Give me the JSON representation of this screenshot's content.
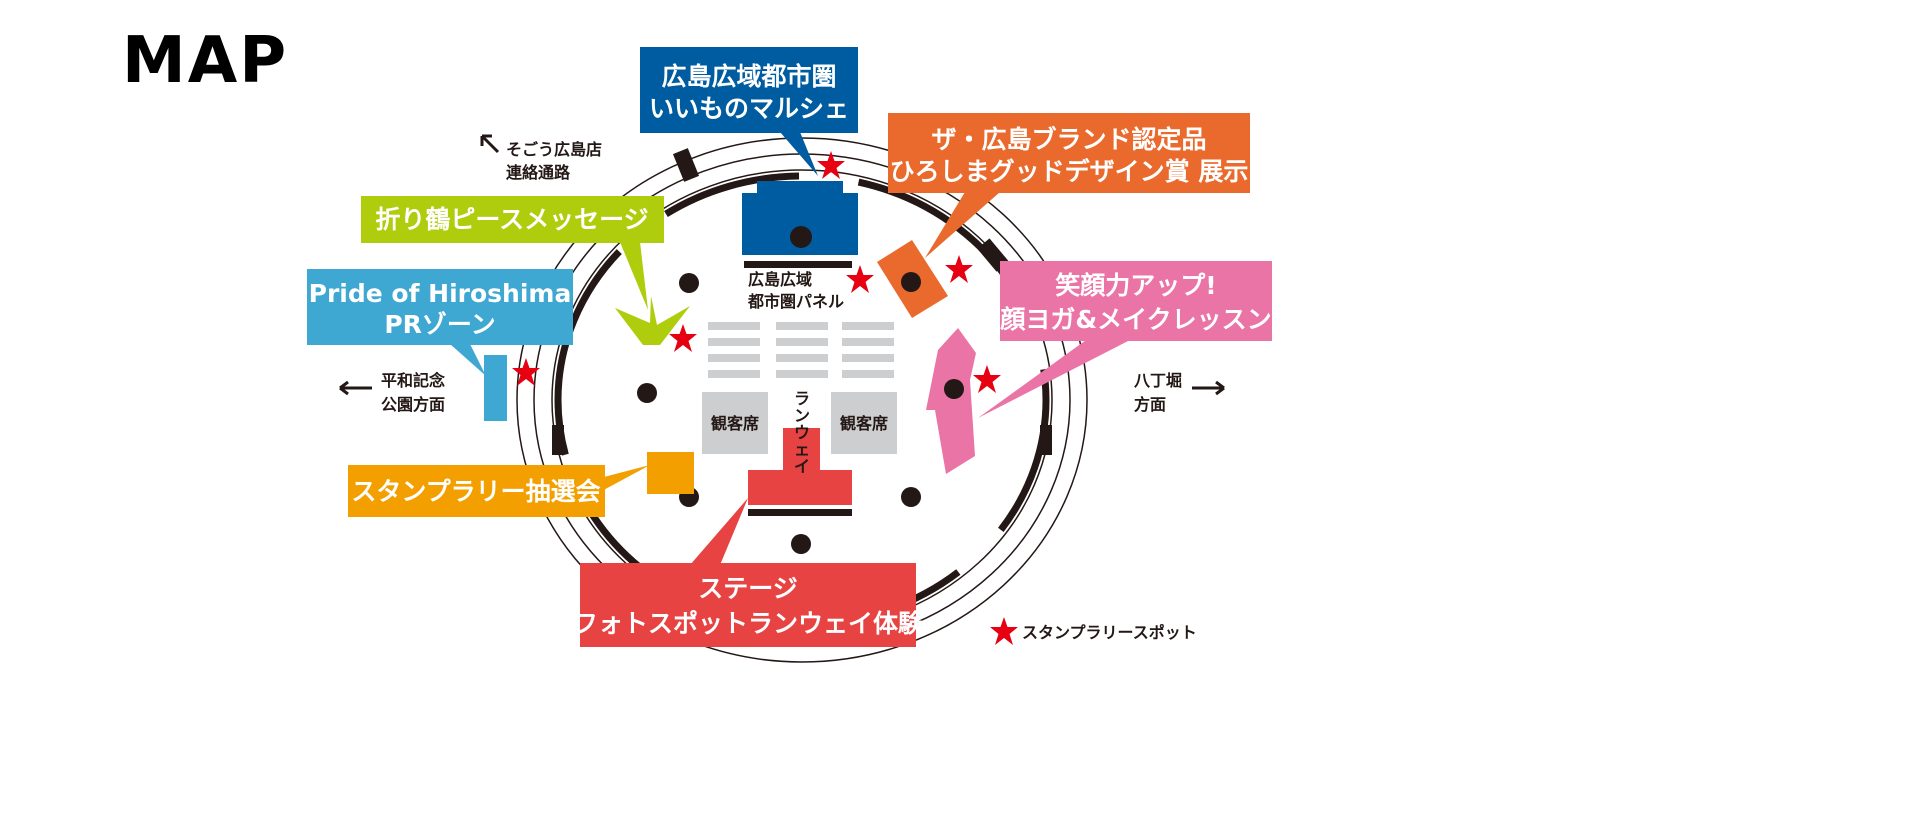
{
  "title": "MAP",
  "colors": {
    "blue": "#005ca1",
    "orange": "#ea6a2e",
    "green": "#afcd0c",
    "cyan": "#3ea8d2",
    "pink": "#eb74a6",
    "amber": "#f39f00",
    "red": "#e84343",
    "star": "#e60012",
    "gray": "#cdcecf"
  },
  "callouts": {
    "marche": {
      "line1": "広島広域都市圏",
      "line2": "いいものマルシェ"
    },
    "brand": {
      "line1": "ザ・広島ブランド認定品",
      "line2": "ひろしまグッドデザイン賞 展示"
    },
    "crane": {
      "line1": "折り鶴ピースメッセージ"
    },
    "pride": {
      "line1": "Pride of Hiroshima",
      "line2": "PRゾーン"
    },
    "smile": {
      "line1": "笑顔力アップ!",
      "line2": "顔ヨガ&メイクレッスン"
    },
    "lottery": {
      "line1": "スタンプラリー抽選会"
    },
    "stage": {
      "line1": "ステージ",
      "line2": "フォトスポットランウェイ体験"
    }
  },
  "directions": {
    "sogo": {
      "line1": "そごう広島店",
      "line2": "連絡通路",
      "icon": "arrow-up-left-icon"
    },
    "peace": {
      "line1": "平和記念",
      "line2": "公園方面",
      "icon": "arrow-left-icon"
    },
    "hatchobori": {
      "line1": "八丁堀",
      "line2": "方面",
      "icon": "arrow-right-icon"
    }
  },
  "areas": {
    "panel": {
      "line1": "広島広域",
      "line2": "都市圏パネル"
    },
    "seats_left": "観客席",
    "seats_right": "観客席",
    "runway": [
      "ラ",
      "ン",
      "ウ",
      "ェ",
      "イ"
    ]
  },
  "legend": {
    "label": "スタンプラリースポット",
    "icon": "star-icon"
  }
}
